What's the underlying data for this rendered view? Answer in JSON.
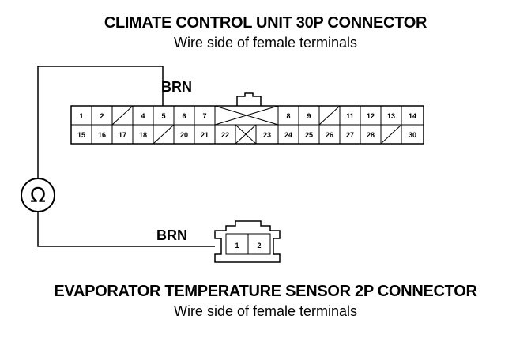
{
  "top_connector": {
    "title": "CLIMATE CONTROL UNIT 30P CONNECTOR",
    "subtitle": "Wire side of female terminals",
    "wire_label": "BRN",
    "row1": [
      "1",
      "2",
      "",
      "4",
      "5",
      "6",
      "7",
      "",
      "8",
      "9",
      "",
      "11",
      "12",
      "13",
      "14"
    ],
    "row2": [
      "15",
      "16",
      "17",
      "18",
      "",
      "20",
      "21",
      "22",
      "",
      "23",
      "24",
      "25",
      "26",
      "27",
      "28",
      "",
      "30"
    ]
  },
  "meter": {
    "symbol": "Ω"
  },
  "bottom_connector": {
    "title": "EVAPORATOR TEMPERATURE SENSOR 2P CONNECTOR",
    "subtitle": "Wire side of female terminals",
    "wire_label": "BRN",
    "pins": [
      "1",
      "2"
    ]
  },
  "colors": {
    "line": "#000000",
    "background": "#ffffff"
  }
}
